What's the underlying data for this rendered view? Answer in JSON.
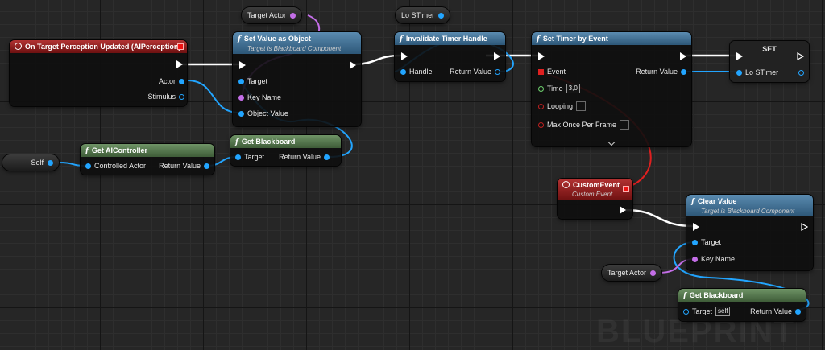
{
  "nodes": {
    "perception": {
      "title": "On Target Perception Updated (AIPerception)",
      "pins": {
        "actor": "Actor",
        "stimulus": "Stimulus"
      }
    },
    "set_value": {
      "title": "Set Value as Object",
      "subtitle": "Target is Blackboard Component",
      "pins": {
        "target": "Target",
        "key_name": "Key Name",
        "object_value": "Object Value"
      }
    },
    "invalidate": {
      "title": "Invalidate Timer Handle",
      "pins": {
        "handle": "Handle",
        "return_value": "Return Value"
      }
    },
    "set_timer": {
      "title": "Set Timer by Event",
      "pins": {
        "event": "Event",
        "time": "Time",
        "time_value": "3,0",
        "looping": "Looping",
        "max_once": "Max Once Per Frame",
        "return_value": "Return Value"
      }
    },
    "set_var": {
      "title": "SET",
      "pins": {
        "lo_stimer": "Lo STimer"
      }
    },
    "get_ai": {
      "title": "Get AIController",
      "pins": {
        "controlled_actor": "Controlled Actor",
        "return_value": "Return Value"
      }
    },
    "get_bb1": {
      "title": "Get Blackboard",
      "pins": {
        "target": "Target",
        "return_value": "Return Value"
      }
    },
    "custom_event": {
      "title": "CustomEvent",
      "subtitle": "Custom Event"
    },
    "clear_value": {
      "title": "Clear Value",
      "subtitle": "Target is Blackboard Component",
      "pins": {
        "target": "Target",
        "key_name": "Key Name"
      }
    },
    "get_bb2": {
      "title": "Get Blackboard",
      "pins": {
        "target": "Target",
        "target_value": "self",
        "return_value": "Return Value"
      }
    }
  },
  "variables": {
    "target_actor_1": "Target Actor",
    "lo_stimer": "Lo STimer",
    "self": "Self",
    "target_actor_2": "Target Actor"
  },
  "watermark": "BLUEPRINT",
  "colors": {
    "exec": "#ffffff",
    "object": "#22a5ff",
    "name": "#c46ee8",
    "float": "#6fd36f",
    "delegate": "#e02020",
    "function_header": "#4a7aa2",
    "pure_header": "#5a8152",
    "event_header": "#a02020"
  },
  "icons": {
    "function": "function-icon",
    "event": "event-icon",
    "exec": "exec-pin-icon"
  }
}
